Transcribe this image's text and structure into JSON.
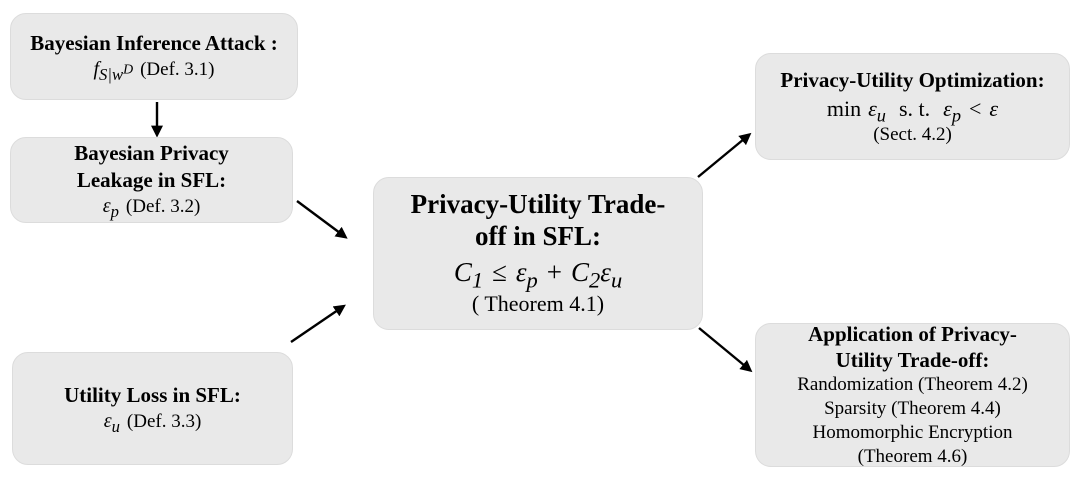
{
  "diagram": {
    "colors": {
      "background": "#ffffff",
      "box_fill": "#e9e9e9",
      "arrow": "#000000",
      "text": "#000000"
    },
    "boxes": {
      "attack": {
        "title": "Bayesian Inference Attack :",
        "formula": {
          "f": "f",
          "sub": "S|w",
          "sup": "D"
        },
        "ref": "(Def. 3.1)"
      },
      "leakage": {
        "title_line1": "Bayesian Privacy",
        "title_line2": "Leakage in SFL:",
        "formula": {
          "eps": "ε",
          "sub": "p"
        },
        "ref": "(Def. 3.2)"
      },
      "utility": {
        "title": "Utility Loss in SFL:",
        "formula": {
          "eps": "ε",
          "sub": "u"
        },
        "ref": "(Def. 3.3)"
      },
      "tradeoff": {
        "title_line1": "Privacy-Utility Trade-",
        "title_line2": "off in SFL:",
        "formula": {
          "c1": "C",
          "c1_sub": "1",
          "leq": "≤",
          "eps_p": "ε",
          "eps_p_sub": "p",
          "plus": "+",
          "c2": "C",
          "c2_sub": "2",
          "eps_u": "ε",
          "eps_u_sub": "u"
        },
        "ref": "( Theorem 4.1)"
      },
      "optimization": {
        "title": "Privacy-Utility Optimization:",
        "formula": {
          "min": "min",
          "eps_u": "ε",
          "eps_u_sub": "u",
          "st": "s. t.",
          "eps_p": "ε",
          "eps_p_sub": "p",
          "lt": "<",
          "eps": "ε"
        },
        "ref": "(Sect. 4.2)"
      },
      "application": {
        "title_line1": "Application of Privacy-",
        "title_line2": "Utility Trade-off:",
        "items": [
          "Randomization (Theorem 4.2)",
          "Sparsity (Theorem 4.4)",
          "Homomorphic Encryption (Theorem 4.6)"
        ]
      }
    }
  }
}
